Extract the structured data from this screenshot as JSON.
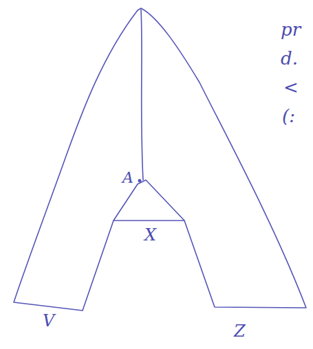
{
  "diagram": {
    "labels": [
      "A",
      "X",
      "V",
      "Z",
      "pr",
      "d.",
      "<",
      "(:"
    ]
  }
}
